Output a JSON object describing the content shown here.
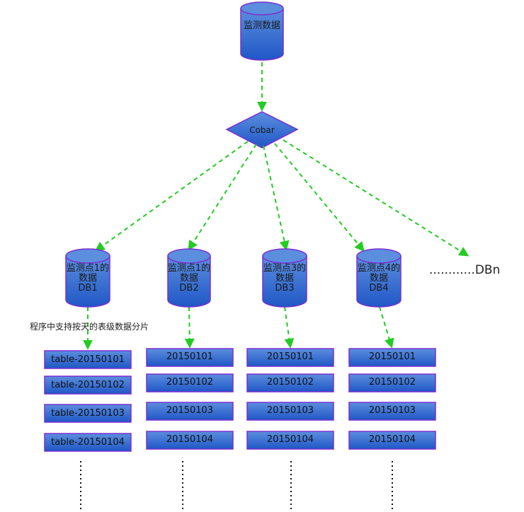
{
  "source": {
    "label": "监测数据"
  },
  "router": {
    "label": "Cobar"
  },
  "databases": [
    {
      "name_line1": "监测点1的",
      "name_line2": "数据",
      "name_line3": "DB1"
    },
    {
      "name_line1": "监测点1的",
      "name_line2": "数据",
      "name_line3": "DB2"
    },
    {
      "name_line1": "监测点3的",
      "name_line2": "数据",
      "name_line3": "DB3"
    },
    {
      "name_line1": "监测点4的",
      "name_line2": "数据",
      "name_line3": "DB4"
    }
  ],
  "more_databases": {
    "label": "............DBn"
  },
  "shard_note": "程序中支持按天的表级数据分片",
  "tables": [
    [
      "table-20150101",
      "table-20150102",
      "table-20150103",
      "table-20150104"
    ],
    [
      "20150101",
      "20150102",
      "20150103",
      "20150104"
    ],
    [
      "20150101",
      "20150102",
      "20150103",
      "20150104"
    ],
    [
      "20150101",
      "20150102",
      "20150103",
      "20150104"
    ]
  ],
  "colors": {
    "shape_top": "#5c8ede",
    "shape_bottom": "#1f57c6",
    "outline": "#7a2fd0",
    "arrow": "#22cc22"
  }
}
